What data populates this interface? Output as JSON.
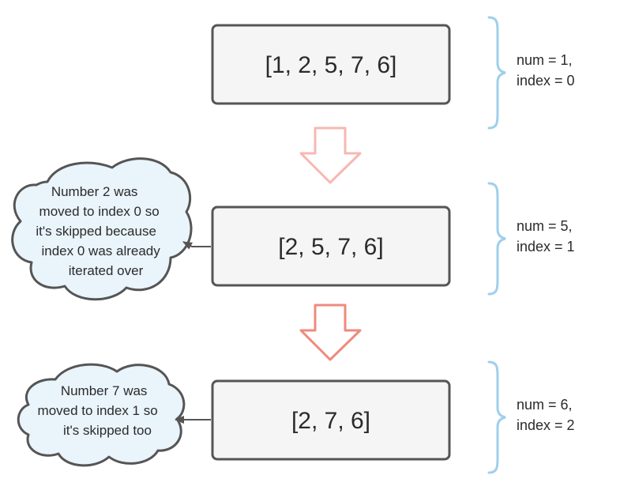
{
  "steps": [
    {
      "array": "[1, 2, 5, 7, 6]",
      "state_lines": [
        "num = 1,",
        "index = 0"
      ]
    },
    {
      "array": "[2, 5, 7, 6]",
      "state_lines": [
        "num = 5,",
        "index = 1"
      ],
      "note_lines": [
        "Number 2 was",
        "moved to index 0 so",
        "it's skipped because",
        "index 0 was already",
        "iterated over"
      ]
    },
    {
      "array": "[2, 7, 6]",
      "state_lines": [
        "num = 6,",
        "index = 2"
      ],
      "note_lines": [
        "Number 7 was",
        "moved to index 1 so",
        "it's skipped too"
      ]
    }
  ],
  "colors": {
    "box_fill": "#f5f5f5",
    "box_stroke": "#555555",
    "brace": "#9fd0ea",
    "arrow_1": "#f6b8b2",
    "arrow_2": "#ef8a7e",
    "cloud_fill": "#eaf4fb",
    "cloud_stroke": "#555555",
    "connector": "#555555",
    "text": "#2b2b2b"
  }
}
